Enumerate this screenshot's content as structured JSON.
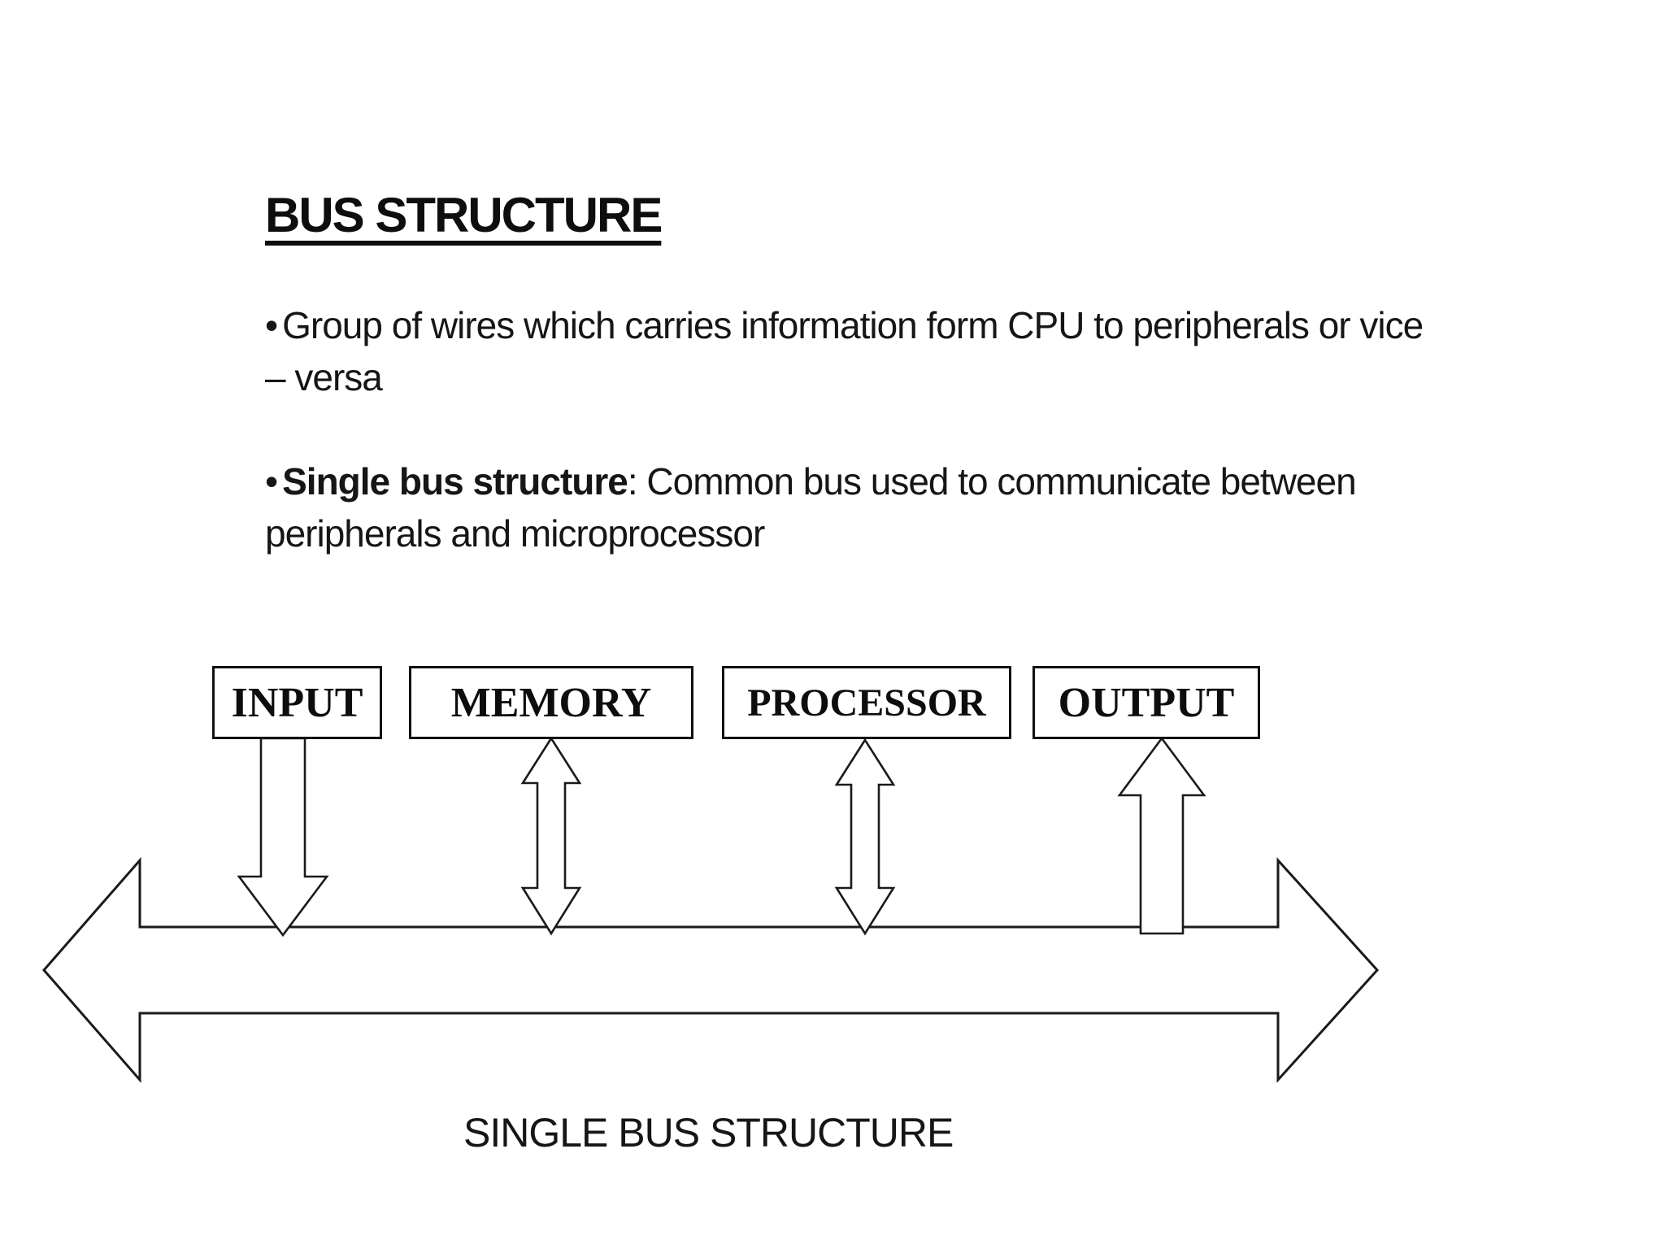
{
  "page": {
    "background_color": "#ffffff",
    "ink_color": "#121212"
  },
  "title": {
    "text": "BUS STRUCTURE"
  },
  "bullets": [
    {
      "marker": "•",
      "line1": "Group of wires which carries information form CPU to peripherals or vice",
      "line2": "– versa"
    },
    {
      "marker": "•",
      "bold": "Single bus structure",
      "line1_rest": ": Common bus used to communicate between",
      "line2": "peripherals and microprocessor"
    }
  ],
  "diagram": {
    "boxes": [
      {
        "id": "input",
        "label": "INPUT"
      },
      {
        "id": "memory",
        "label": "MEMORY"
      },
      {
        "id": "processor",
        "label": "PROCESSOR"
      },
      {
        "id": "output",
        "label": "OUTPUT"
      }
    ],
    "arrows": [
      {
        "name": "input-to-bus-arrow",
        "direction": "down"
      },
      {
        "name": "memory-bus-arrow",
        "direction": "both-vertical"
      },
      {
        "name": "processor-bus-arrow",
        "direction": "both-vertical"
      },
      {
        "name": "bus-to-output-arrow",
        "direction": "up"
      },
      {
        "name": "system-bus-arrow",
        "direction": "both-horizontal"
      }
    ],
    "caption": "SINGLE BUS STRUCTURE"
  }
}
